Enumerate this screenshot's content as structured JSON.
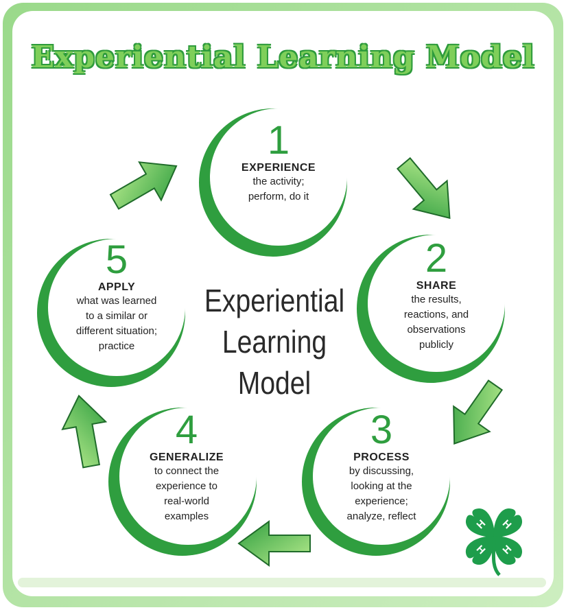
{
  "title": "Experiential Learning Model",
  "center": {
    "line1": "Experiential",
    "line2": "Learning",
    "line3": "Model"
  },
  "steps": [
    {
      "number": "1",
      "heading": "EXPERIENCE",
      "lines": [
        "the activity;",
        "perform, do it"
      ]
    },
    {
      "number": "2",
      "heading": "SHARE",
      "lines": [
        "the results,",
        "reactions, and",
        "observations",
        "publicly"
      ]
    },
    {
      "number": "3",
      "heading": "PROCESS",
      "lines": [
        "by discussing,",
        "looking at the",
        "experience;",
        "analyze, reflect"
      ]
    },
    {
      "number": "4",
      "heading": "GENERALIZE",
      "lines": [
        "to connect the",
        "experience to",
        "real-world",
        "examples"
      ]
    },
    {
      "number": "5",
      "heading": "APPLY",
      "lines": [
        "what was learned",
        "to a similar or",
        "different situation;",
        "practice"
      ]
    }
  ],
  "colors": {
    "accent": "#2f9e3f",
    "light": "#8fd86a",
    "frame": "#d9f0cf"
  },
  "logo": {
    "name": "4-H clover",
    "letters": [
      "H",
      "H",
      "H",
      "H"
    ]
  }
}
